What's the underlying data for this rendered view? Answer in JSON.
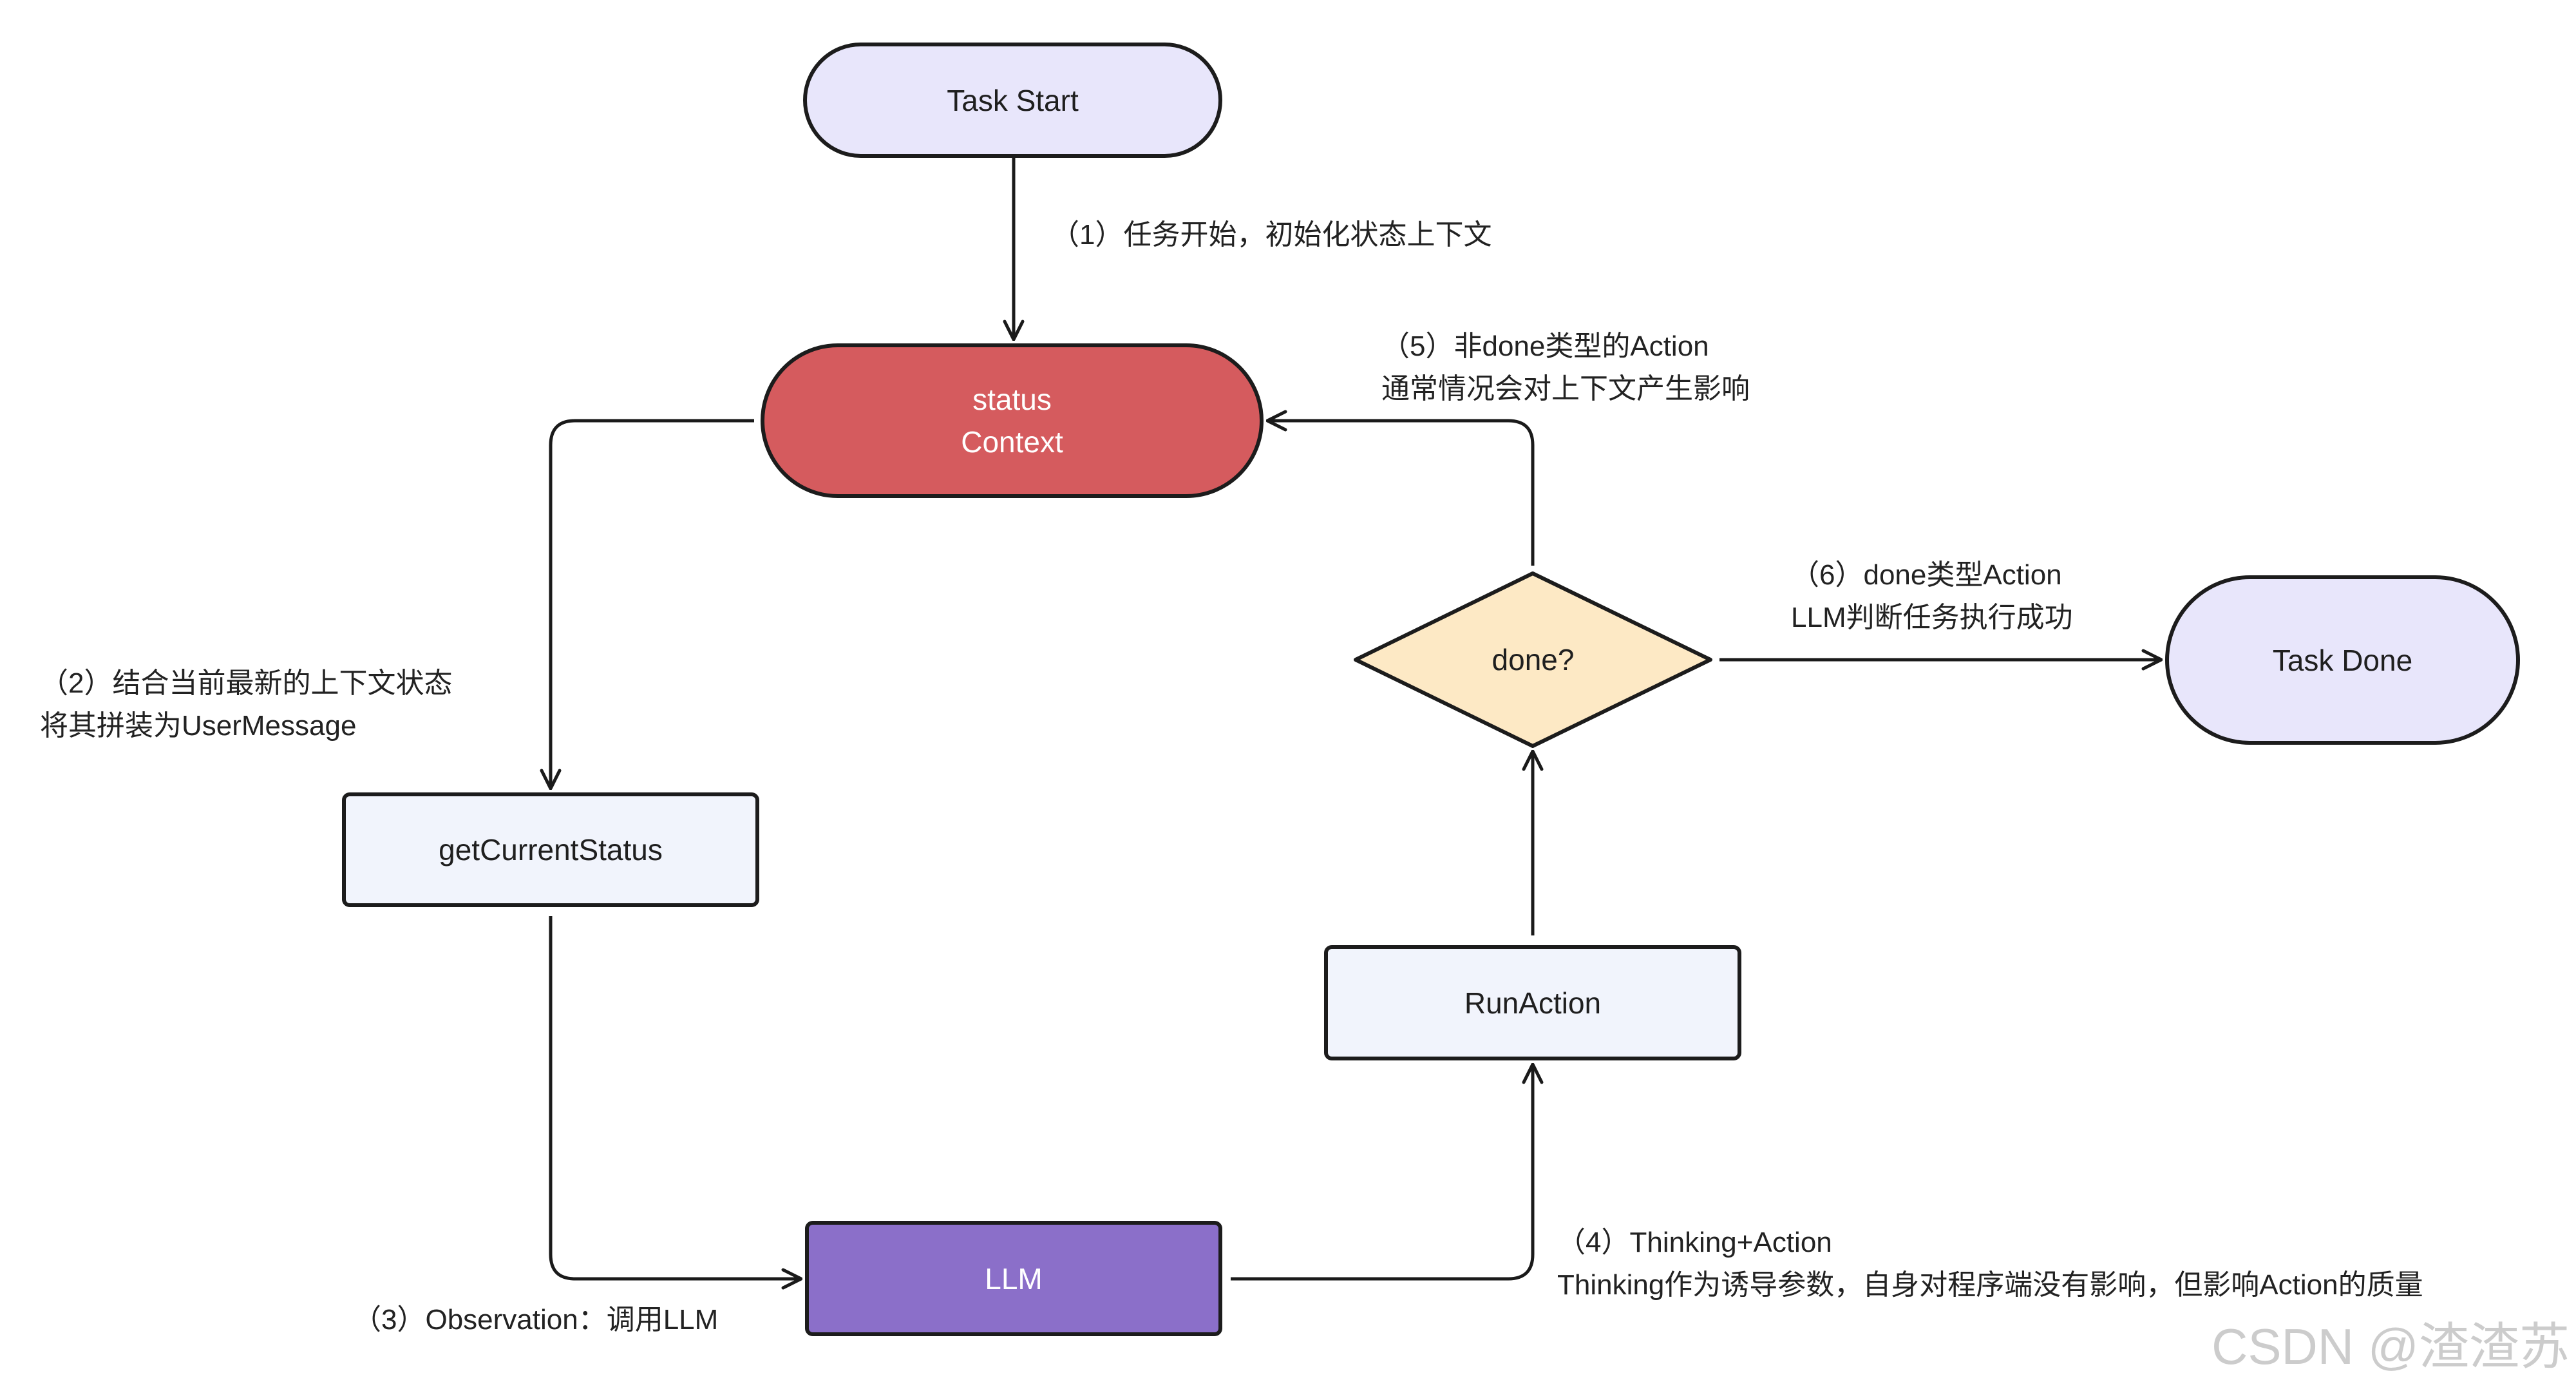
{
  "nodes": {
    "task_start": "Task Start",
    "status_context": [
      "status",
      "Context"
    ],
    "get_current_status": "getCurrentStatus",
    "llm": "LLM",
    "run_action": "RunAction",
    "done_decision": "done?",
    "task_done": "Task Done"
  },
  "annotations": {
    "step1": [
      "（1）任务开始，初始化状态上下文"
    ],
    "step2": [
      "（2）结合当前最新的上下文状态",
      "将其拼装为UserMessage"
    ],
    "step3": [
      "（3）Observation：调用LLM"
    ],
    "step4": [
      "（4）Thinking+Action",
      "Thinking作为诱导参数，自身对程序端没有影响，但影响Action的质量"
    ],
    "step5": [
      "（5）非done类型的Action",
      "通常情况会对上下文产生影响"
    ],
    "step6": [
      "（6）done类型Action",
      "LLM判断任务执行成功"
    ]
  },
  "watermark": "CSDN @渣渣苏",
  "colors": {
    "terminal_fill": "#e8e6fb",
    "status_fill": "#d55b5e",
    "process_fill": "#f1f4fc",
    "llm_fill": "#8b6fc9",
    "decision_fill": "#fde9c5",
    "line": "#1a1a1a",
    "watermark_text": "#cccccc"
  }
}
